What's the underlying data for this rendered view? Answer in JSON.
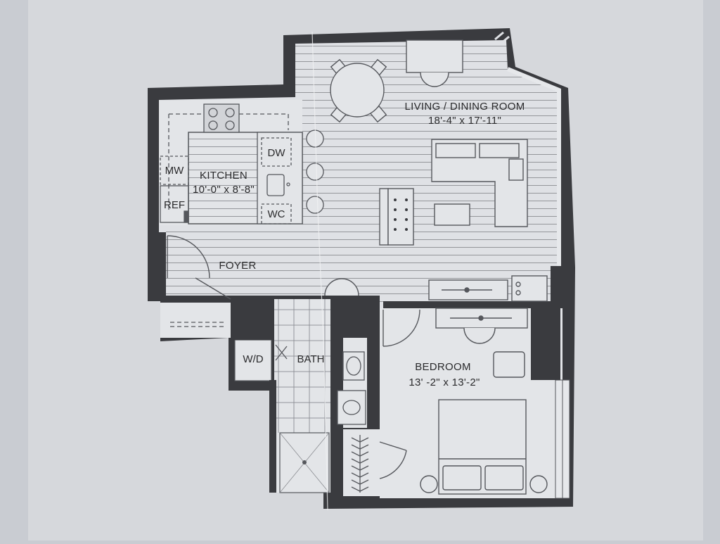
{
  "colors": {
    "background": "#c9ccd2",
    "paper": "#dfe1e5",
    "wall": "#3a3b3f",
    "line": "#55575c",
    "text": "#2a2a2c"
  },
  "rooms": {
    "living": {
      "name": "LIVING / DINING ROOM",
      "dims": "18'-4\" x 17'-11\""
    },
    "kitchen": {
      "name": "KITCHEN",
      "dims": "10'-0\" x 8'-8\""
    },
    "bedroom": {
      "name": "BEDROOM",
      "dims": "13' -2\" x 13'-2\""
    },
    "foyer": {
      "name": "FOYER"
    },
    "bath": {
      "name": "BATH"
    },
    "laundry": {
      "name": "W/D"
    }
  },
  "appliances": {
    "dishwasher": "DW",
    "microwave": "MW",
    "refrigerator": "REF",
    "wine_cooler": "WC"
  }
}
